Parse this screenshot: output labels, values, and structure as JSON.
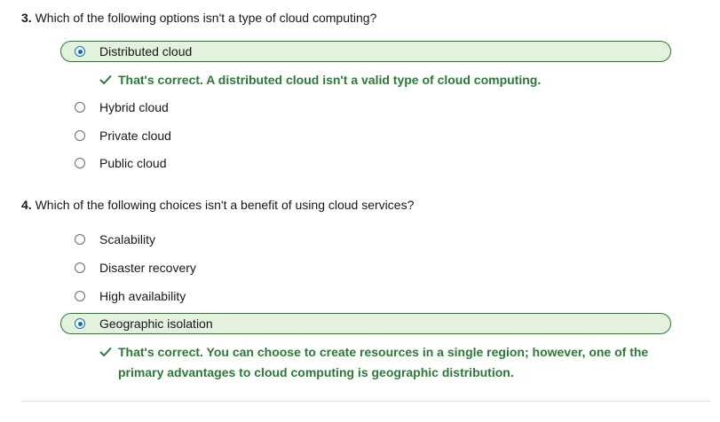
{
  "questions": [
    {
      "number": "3.",
      "text": "Which of the following options isn't a type of cloud computing?",
      "options": [
        {
          "label": "Distributed cloud",
          "selected": true
        },
        {
          "label": "Hybrid cloud",
          "selected": false
        },
        {
          "label": "Private cloud",
          "selected": false
        },
        {
          "label": "Public cloud",
          "selected": false
        }
      ],
      "feedback": "That's correct. A distributed cloud isn't a valid type of cloud computing."
    },
    {
      "number": "4.",
      "text": "Which of the following choices isn't a benefit of using cloud services?",
      "options": [
        {
          "label": "Scalability",
          "selected": false
        },
        {
          "label": "Disaster recovery",
          "selected": false
        },
        {
          "label": "High availability",
          "selected": false
        },
        {
          "label": "Geographic isolation",
          "selected": true
        }
      ],
      "feedback": "That's correct. You can choose to create resources in a single region; however, one of the primary advantages to cloud computing is geographic distribution."
    }
  ],
  "colors": {
    "correct_green": "#2a7a35",
    "selected_fill": "#e3f2dc",
    "radio_accent": "#0f6cbd"
  }
}
